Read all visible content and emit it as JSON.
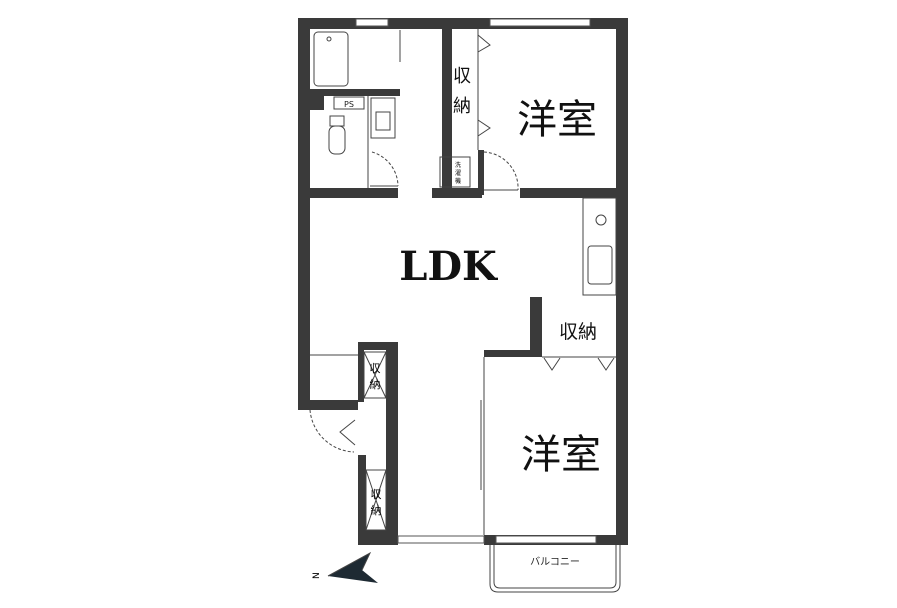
{
  "floorplan": {
    "rooms": {
      "ldk": "LDK",
      "western_room_1": "洋室",
      "western_room_2": "洋室",
      "storage_top_1": "収",
      "storage_top_2": "納",
      "storage_right": "収納",
      "storage_left_1": "収",
      "storage_left_2": "納",
      "storage_bottom_1": "収",
      "storage_bottom_2": "納",
      "balcony": "バルコニー",
      "pipe_space": "PS",
      "washer_1": "洗",
      "washer_2": "濯",
      "washer_3": "機"
    },
    "compass": "N"
  }
}
